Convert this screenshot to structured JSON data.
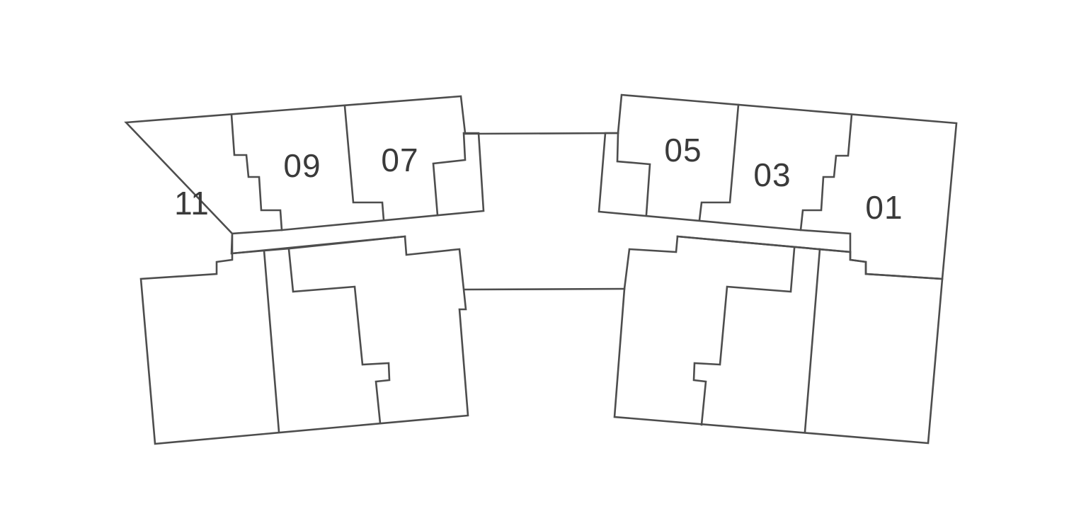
{
  "floorplan": {
    "wall_color": "#4d4d4d",
    "background": "#ffffff",
    "units": [
      {
        "id": "unit-11",
        "label": "11"
      },
      {
        "id": "unit-09",
        "label": "09"
      },
      {
        "id": "unit-07",
        "label": "07"
      },
      {
        "id": "unit-05",
        "label": "05"
      },
      {
        "id": "unit-03",
        "label": "03"
      },
      {
        "id": "unit-01",
        "label": "01"
      }
    ]
  }
}
